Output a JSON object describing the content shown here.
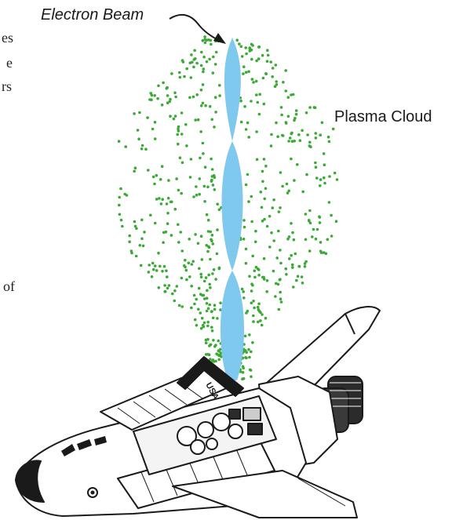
{
  "labels": {
    "electron_beam": "Electron Beam",
    "plasma_cloud": "Plasma Cloud"
  },
  "page_fragments": [
    "es",
    "e",
    "rs",
    "of"
  ],
  "shuttle_text": "USA",
  "colors": {
    "beam": "#7fc8ee",
    "plasma_dots": "#3aaa35",
    "ink": "#1a1a1a"
  }
}
